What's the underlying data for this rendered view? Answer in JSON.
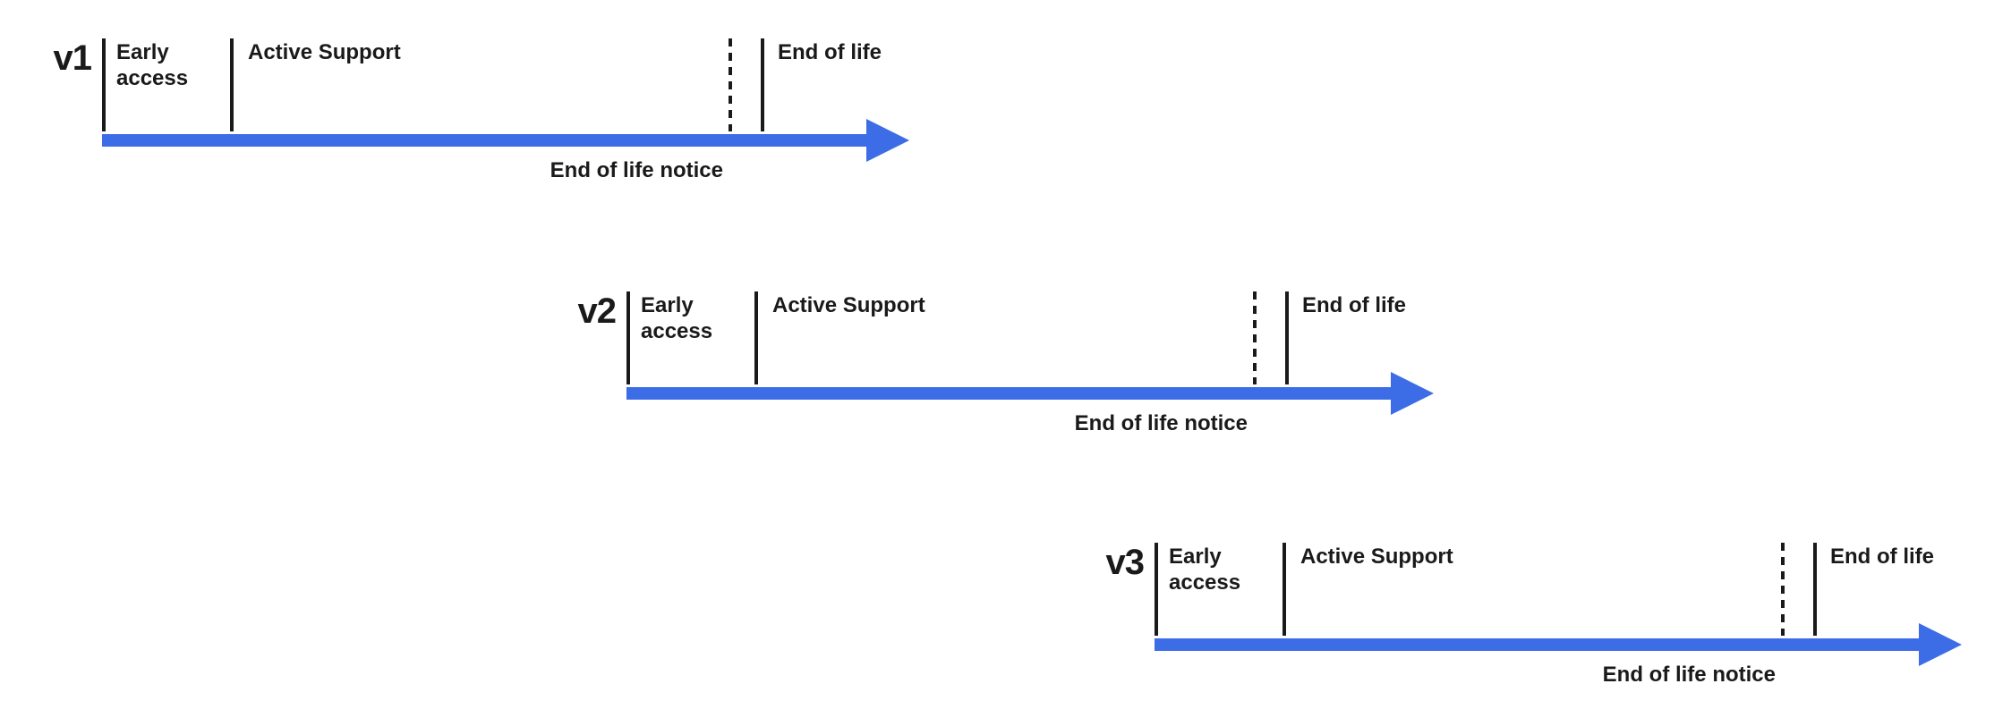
{
  "colors": {
    "accent": "#3D6CE7",
    "ink": "#1a1a1a"
  },
  "timelines": [
    {
      "version": "v1",
      "phases": [
        "Early access",
        "Active Support",
        "End of life"
      ],
      "notice": "End of life notice"
    },
    {
      "version": "v2",
      "phases": [
        "Early access",
        "Active Support",
        "End of life"
      ],
      "notice": "End of life notice"
    },
    {
      "version": "v3",
      "phases": [
        "Early access",
        "Active Support",
        "End of life"
      ],
      "notice": "End of life notice"
    }
  ]
}
